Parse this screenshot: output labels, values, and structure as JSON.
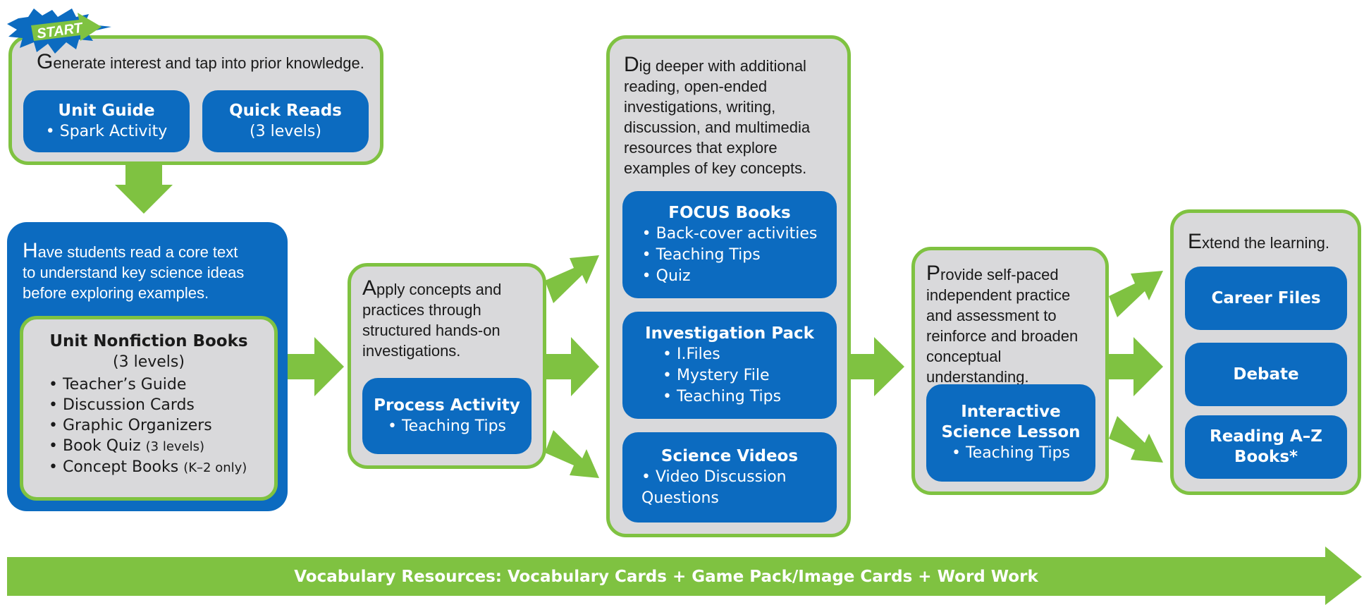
{
  "start_badge": "START",
  "step1": {
    "intro_cap": "G",
    "intro": "enerate interest and tap into prior knowledge.",
    "cards": [
      {
        "title": "Unit Guide",
        "items": [
          "Spark Activity"
        ]
      },
      {
        "title": "Quick Reads",
        "sub": "(3 levels)"
      }
    ]
  },
  "step2": {
    "intro_cap": "H",
    "intro": "ave students read a core text to understand key science ideas before exploring examples.",
    "card": {
      "title": "Unit Nonfiction Books",
      "sub": "(3 levels)",
      "items": [
        {
          "text": "Teacher’s Guide"
        },
        {
          "text": "Discussion Cards"
        },
        {
          "text": "Graphic Organizers"
        },
        {
          "text": "Book Quiz",
          "note": "(3 levels)"
        },
        {
          "text": "Concept Books",
          "note": "(K–2 only)"
        }
      ]
    }
  },
  "step3": {
    "intro_cap": "A",
    "intro": "pply concepts and practices through structured hands-on investigations.",
    "card": {
      "title": "Process Activity",
      "items": [
        "Teaching Tips"
      ]
    }
  },
  "step4": {
    "intro_cap": "D",
    "intro": "ig deeper with additional reading, open-ended investigations, writing, discussion, and multimedia resources that explore examples of key concepts.",
    "cards": [
      {
        "title": "FOCUS Books",
        "items": [
          "Back-cover activities",
          "Teaching Tips",
          "Quiz"
        ]
      },
      {
        "title": "Investigation Pack",
        "items": [
          "I.Files",
          "Mystery File",
          "Teaching Tips"
        ]
      },
      {
        "title": "Science Videos",
        "items": [
          "Video Discussion Questions"
        ]
      }
    ]
  },
  "step5": {
    "intro_cap": "P",
    "intro": "rovide self-paced independent practice and assessment to reinforce and broaden conceptual understanding.",
    "card": {
      "title": "Interactive Science Lesson",
      "items": [
        "Teaching Tips"
      ]
    }
  },
  "step6": {
    "intro_cap": "E",
    "intro": "xtend the learning.",
    "cards": [
      {
        "title": "Career Files"
      },
      {
        "title": "Debate"
      },
      {
        "title": "Reading A–Z Books*"
      }
    ]
  },
  "footer_bar": "Vocabulary Resources: Vocabulary Cards + Game Pack/Image Cards + Word Work",
  "colors": {
    "green": "#7fc241",
    "blue": "#0c6bc0",
    "gray": "#d9d9db"
  }
}
